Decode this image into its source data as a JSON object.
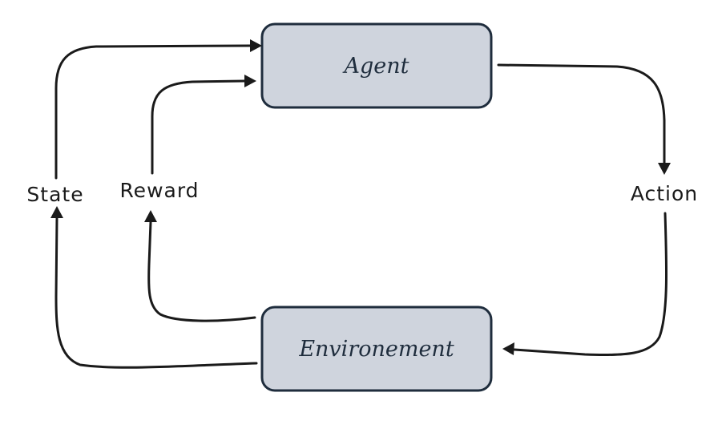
{
  "nodes": {
    "agent": {
      "label": "Agent"
    },
    "environment": {
      "label": "Environement"
    }
  },
  "edges": {
    "state": {
      "label": "State"
    },
    "reward": {
      "label": "Reward"
    },
    "action": {
      "label": "Action"
    }
  },
  "colors": {
    "node_fill": "#cfd4dd",
    "node_stroke": "#1f2d3d",
    "edge_stroke": "#1a1a1a",
    "background": "#ffffff"
  }
}
